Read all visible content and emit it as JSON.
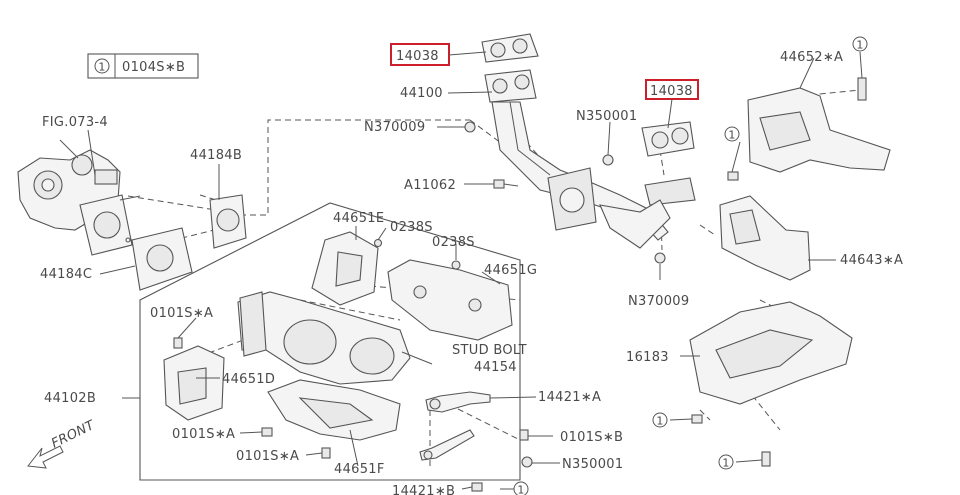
{
  "legend": {
    "circle_ref": "1",
    "code": "0104S∗B"
  },
  "labels": {
    "fig_ref": "FIG.073-4",
    "l_14038_a": "14038",
    "l_14038_b": "14038",
    "l_44100": "44100",
    "l_N370009_a": "N370009",
    "l_N350001_a": "N350001",
    "l_A11062": "A11062",
    "l_44184B": "44184B",
    "l_44184C": "44184C",
    "l_44651E": "44651E",
    "l_0238S_a": "0238S",
    "l_0238S_b": "0238S",
    "l_44651G": "44651G",
    "l_N370009_b": "N370009",
    "l_44652A": "44652∗A",
    "l_44643A": "44643∗A",
    "l_16183": "16183",
    "l_0101SA_a": "0101S∗A",
    "l_44651D": "44651D",
    "l_44102B": "44102B",
    "l_stud_bolt": "STUD BOLT",
    "l_44154": "44154",
    "l_14421A": "14421∗A",
    "l_0101SB": "0101S∗B",
    "l_N350001_b": "N350001",
    "l_0101SA_b": "0101S∗A",
    "l_0101SA_c": "0101S∗A",
    "l_44651F": "44651F",
    "l_14421B": "14421∗B",
    "front": "FRONT",
    "circle_1": "1"
  },
  "colors": {
    "highlight": "#cc1f2b",
    "ink": "#4a4a4a"
  }
}
